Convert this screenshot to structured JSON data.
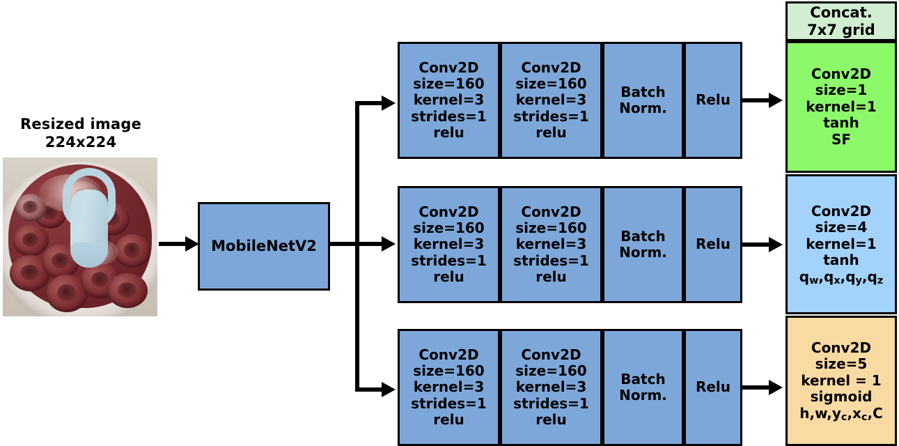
{
  "diagram": {
    "title": "MobileNetV2 multi-head pose/detection network",
    "input": {
      "caption_line1": "Resized",
      "caption_line2": "image 224x224",
      "image_alt": "bowl of pitted cherries with light blue mug overlay"
    },
    "backbone": {
      "label": "MobileNetV2"
    },
    "branches": [
      {
        "name": "branch-top",
        "blocks": [
          {
            "name": "conv2d-a",
            "lines": [
              "Conv2D",
              "size=160",
              "kernel=3",
              "strides=1",
              "relu"
            ]
          },
          {
            "name": "conv2d-b",
            "lines": [
              "Conv2D",
              "size=160",
              "kernel=3",
              "strides=1",
              "relu"
            ]
          },
          {
            "name": "batchnorm",
            "lines": [
              "Batch",
              "Norm."
            ]
          },
          {
            "name": "relu",
            "lines": [
              "Relu"
            ]
          }
        ]
      },
      {
        "name": "branch-middle",
        "blocks": [
          {
            "name": "conv2d-a",
            "lines": [
              "Conv2D",
              "size=160",
              "kernel=3",
              "strides=1",
              "relu"
            ]
          },
          {
            "name": "conv2d-b",
            "lines": [
              "Conv2D",
              "size=160",
              "kernel=3",
              "strides=1",
              "relu"
            ]
          },
          {
            "name": "batchnorm",
            "lines": [
              "Batch",
              "Norm."
            ]
          },
          {
            "name": "relu",
            "lines": [
              "Relu"
            ]
          }
        ]
      },
      {
        "name": "branch-bottom",
        "blocks": [
          {
            "name": "conv2d-a",
            "lines": [
              "Conv2D",
              "size=160",
              "kernel=3",
              "strides=1",
              "relu"
            ]
          },
          {
            "name": "conv2d-b",
            "lines": [
              "Conv2D",
              "size=160",
              "kernel=3",
              "strides=1",
              "relu"
            ]
          },
          {
            "name": "batchnorm",
            "lines": [
              "Batch",
              "Norm."
            ]
          },
          {
            "name": "relu",
            "lines": [
              "Relu"
            ]
          }
        ]
      }
    ],
    "outputs": {
      "concat_header": {
        "lines": [
          "Concat.",
          "7x7 grid"
        ]
      },
      "heads": [
        {
          "name": "head-scale-factor",
          "color": "#8cf96a",
          "lines": [
            "Conv2D",
            "size=1",
            "kernel=1",
            "tanh",
            "SF"
          ]
        },
        {
          "name": "head-quaternion",
          "color": "#a3d2fa",
          "lines": [
            "Conv2D",
            "size=4",
            "kernel=1",
            "tanh"
          ],
          "output_vars": "qw,qx,qy,qz"
        },
        {
          "name": "head-bounding-box",
          "color": "#fadaa3",
          "lines": [
            "Conv2D",
            "size=5",
            "kernel = 1",
            "sigmoid"
          ],
          "output_vars": "h,w,yc,xc,C"
        }
      ]
    },
    "colors": {
      "block_blue": "#7da7d9",
      "head_green": "#8cf96a",
      "concat_light_green": "#d2edd2",
      "head_light_blue": "#a3d2fa",
      "head_orange": "#fadaa3",
      "stroke": "#000000",
      "background": "#ffffff"
    }
  }
}
